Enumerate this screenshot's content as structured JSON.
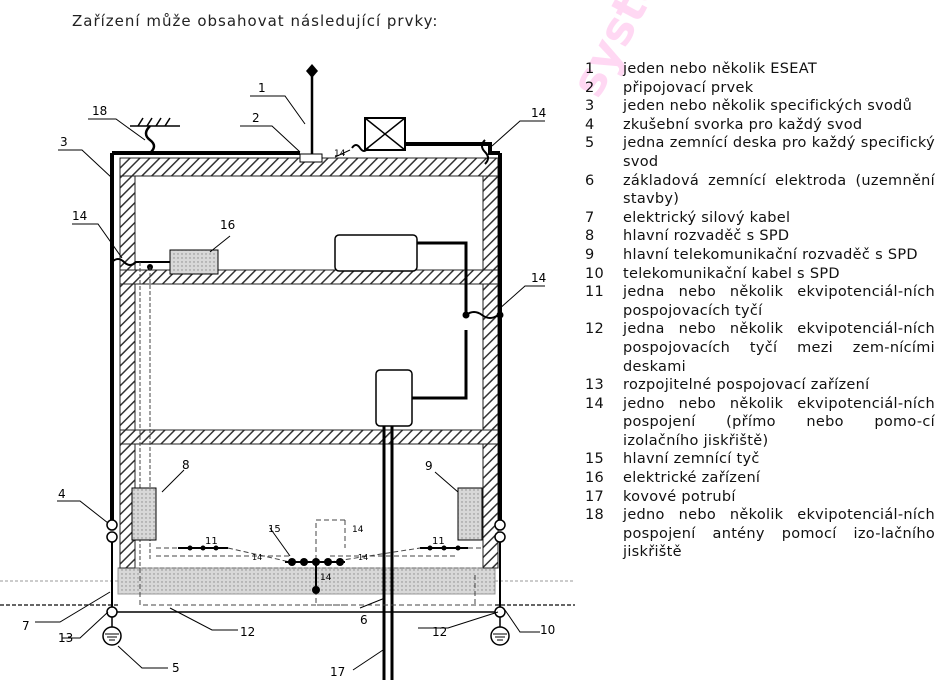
{
  "title": "Zařízení může obsahovat následující prvky:",
  "watermark": "systemchron",
  "colors": {
    "hatch": "#333333",
    "ground_band": "#cccccc",
    "watermark": "#ff2fbf"
  },
  "diagram_labels": {
    "l1": "1",
    "l2": "2",
    "l3": "3",
    "l4": "4",
    "l5": "5",
    "l6": "6",
    "l7": "7",
    "l8": "8",
    "l9": "9",
    "l10": "10",
    "l11a": "11",
    "l11b": "11",
    "l12a": "12",
    "l12b": "12",
    "l13": "13",
    "l14a": "14",
    "l14b": "14",
    "l14c": "14",
    "l14d": "14",
    "l14e": "14",
    "l14f": "14",
    "l14g": "14",
    "l15": "15",
    "l16": "16",
    "l17": "17",
    "l18": "18"
  },
  "legend": [
    {
      "num": "1",
      "text": "jeden nebo několik ESEAT"
    },
    {
      "num": "2",
      "text": "připojovací prvek"
    },
    {
      "num": "3",
      "text": "jeden nebo několik specifických svodů"
    },
    {
      "num": "4",
      "text": "zkušební svorka pro každý svod"
    },
    {
      "num": "5",
      "text": "jedna zemnící deska pro každý specifický svod"
    },
    {
      "num": "6",
      "text": "základová zemnící elektroda (uzemnění stavby)"
    },
    {
      "num": "7",
      "text": "elektrický silový kabel"
    },
    {
      "num": "8",
      "text": "hlavní rozvaděč s SPD"
    },
    {
      "num": "9",
      "text": "hlavní telekomunikační rozvaděč s SPD"
    },
    {
      "num": "10",
      "text": "telekomunikační kabel s SPD"
    },
    {
      "num": "11",
      "text": "jedna nebo několik ekvipotenciál-ních pospojovacích tyčí"
    },
    {
      "num": "12",
      "text": "jedna nebo několik ekvipotenciál-ních pospojovacích tyčí mezi zem-nícími deskami"
    },
    {
      "num": "13",
      "text": "rozpojitelné pospojovací zařízení"
    },
    {
      "num": "14",
      "text": "jedno nebo několik ekvipotenciál-ních pospojení (přímo nebo pomo-cí izolačního jiskřiště)"
    },
    {
      "num": "15",
      "text": "hlavní zemnící tyč"
    },
    {
      "num": "16",
      "text": "elektrické zařízení"
    },
    {
      "num": "17",
      "text": "kovové potrubí"
    },
    {
      "num": "18",
      "text": "jedno nebo několik ekvipotenciál-ních pospojení antény pomocí izo-lačního jiskřiště"
    }
  ]
}
